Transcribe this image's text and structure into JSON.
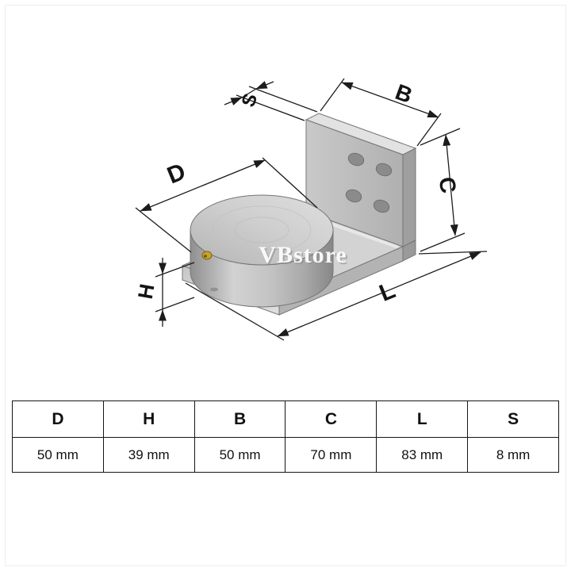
{
  "watermark": "VBstore",
  "diagram": {
    "labels": {
      "s": "S",
      "b": "B",
      "c": "C",
      "d": "D",
      "h": "H",
      "l": "L"
    }
  },
  "table": {
    "headers": [
      "D",
      "H",
      "B",
      "C",
      "L",
      "S"
    ],
    "rows": [
      [
        "50 mm",
        "39 mm",
        "50 mm",
        "70 mm",
        "83 mm",
        "8 mm"
      ]
    ]
  },
  "colors": {
    "brass": "#c9a227"
  }
}
